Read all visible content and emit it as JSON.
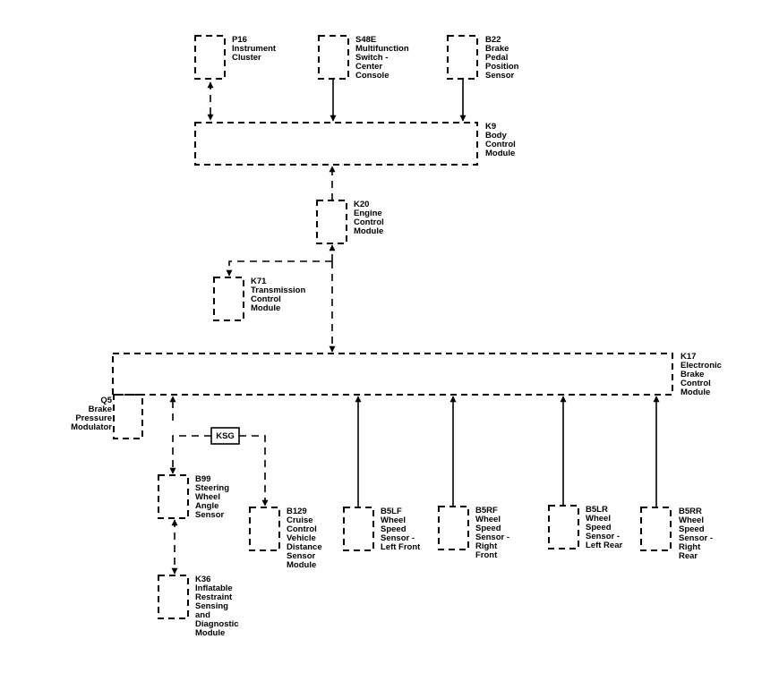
{
  "modules": {
    "p16": {
      "id": "P16",
      "lines": [
        "Instrument",
        "Cluster"
      ]
    },
    "s48e": {
      "id": "S48E",
      "lines": [
        "Multifunction",
        "Switch -",
        "Center",
        "Console"
      ]
    },
    "b22": {
      "id": "B22",
      "lines": [
        "Brake",
        "Pedal",
        "Position",
        "Sensor"
      ]
    },
    "k9": {
      "id": "K9",
      "lines": [
        "Body",
        "Control",
        "Module"
      ]
    },
    "k20": {
      "id": "K20",
      "lines": [
        "Engine",
        "Control",
        "Module"
      ]
    },
    "k71": {
      "id": "K71",
      "lines": [
        "Transmission",
        "Control",
        "Module"
      ]
    },
    "k17": {
      "id": "K17",
      "lines": [
        "Electronic",
        "Brake",
        "Control",
        "Module"
      ]
    },
    "q5": {
      "id": "Q5",
      "lines": [
        "Brake",
        "Pressure",
        "Modulator"
      ]
    },
    "b99": {
      "id": "B99",
      "lines": [
        "Steering",
        "Wheel",
        "Angle",
        "Sensor"
      ]
    },
    "k36": {
      "id": "K36",
      "lines": [
        "Inflatable",
        "Restraint",
        "Sensing",
        "and",
        "Diagnostic",
        "Module"
      ]
    },
    "b129": {
      "id": "B129",
      "lines": [
        "Cruise",
        "Control",
        "Vehicle",
        "Distance",
        "Sensor",
        "Module"
      ]
    },
    "b5lf": {
      "id": "B5LF",
      "lines": [
        "Wheel",
        "Speed",
        "Sensor -",
        "Left Front"
      ]
    },
    "b5rf": {
      "id": "B5RF",
      "lines": [
        "Wheel",
        "Speed",
        "Sensor -",
        "Right",
        "Front"
      ]
    },
    "b5lr": {
      "id": "B5LR",
      "lines": [
        "Wheel",
        "Speed",
        "Sensor -",
        "Left Rear"
      ]
    },
    "b5rr": {
      "id": "B5RR",
      "lines": [
        "Wheel",
        "Speed",
        "Sensor -",
        "Right",
        "Rear"
      ]
    }
  },
  "ksg_label": "KSG"
}
